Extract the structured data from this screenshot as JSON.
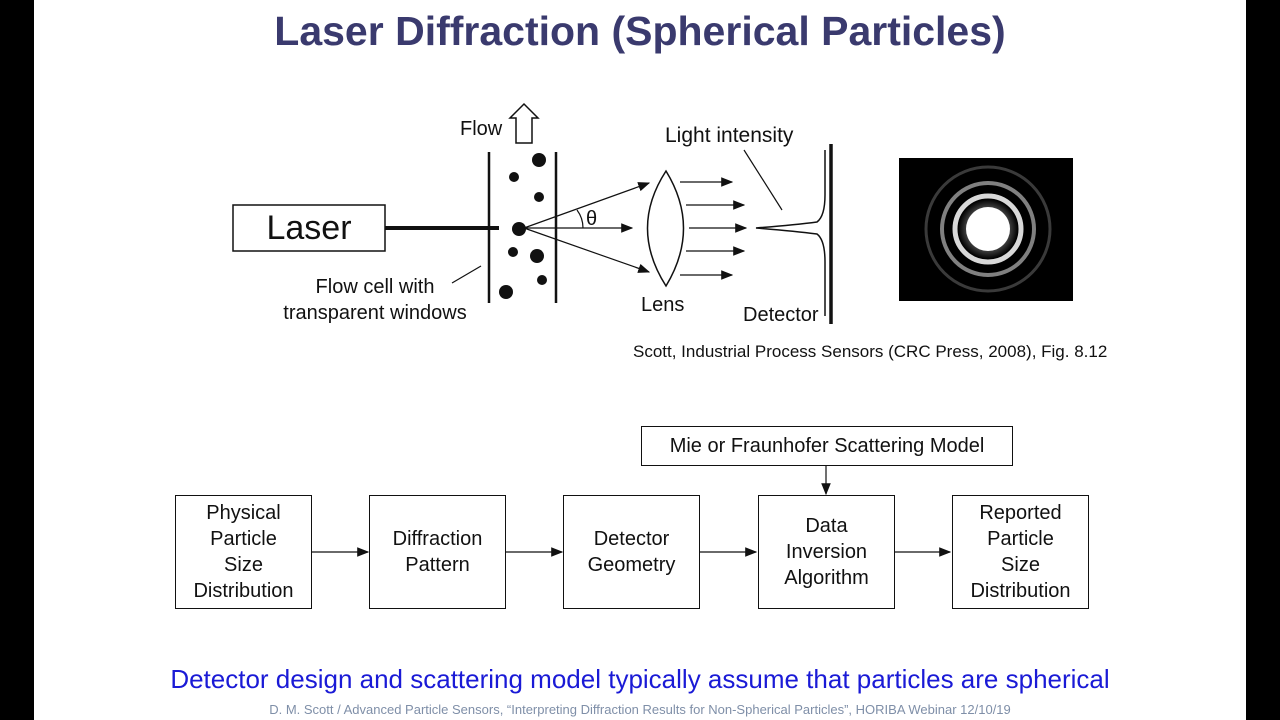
{
  "title": "Laser Diffraction (Spherical Particles)",
  "setup": {
    "laser_label": "Laser",
    "flow_label": "Flow",
    "flow_cell_label_line1": "Flow cell with",
    "flow_cell_label_line2": "transparent windows",
    "theta_symbol": "θ",
    "light_intensity_label": "Light intensity",
    "lens_label": "Lens",
    "detector_label": "Detector",
    "citation": "Scott, Industrial Process Sensors (CRC Press, 2008), Fig. 8.12"
  },
  "flowchart": {
    "model_box": "Mie or Fraunhofer Scattering Model",
    "steps": [
      "Physical\nParticle\nSize\nDistribution",
      "Diffraction\nPattern",
      "Detector\nGeometry",
      "Data\nInversion\nAlgorithm",
      "Reported\nParticle\nSize\nDistribution"
    ]
  },
  "footer": {
    "statement": "Detector design and scattering model typically assume that particles are spherical",
    "credit": "D. M. Scott / Advanced Particle Sensors, “Interpreting Diffraction Results for Non-Spherical Particles”, HORIBA Webinar 12/10/19"
  },
  "colors": {
    "title": "#3a3a6e",
    "statement": "#1a1ad6",
    "credit": "#7f8fa8",
    "frame": "#000000"
  }
}
